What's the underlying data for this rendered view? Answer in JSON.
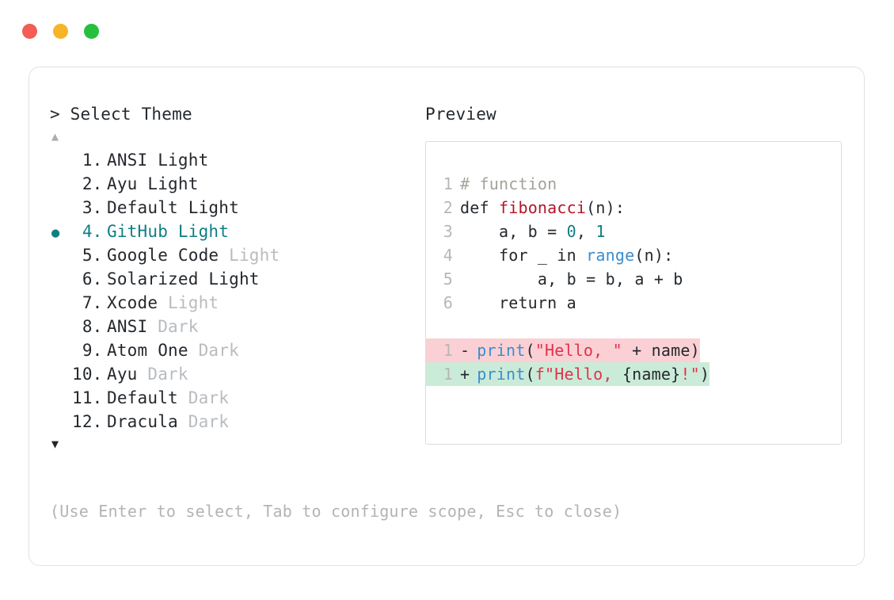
{
  "window": {
    "traffic_lights": [
      {
        "name": "close",
        "color": "#f45c54"
      },
      {
        "name": "minimize",
        "color": "#f6b427"
      },
      {
        "name": "maximize",
        "color": "#27c03e"
      }
    ]
  },
  "selector": {
    "prompt": "> Select Theme",
    "scroll_up_icon": "▲",
    "scroll_down_icon": "▼",
    "selected_index": 4,
    "bullet_glyph": "●",
    "accent_color": "#0f7f83",
    "items": [
      {
        "num": " 1.",
        "name": "ANSI",
        "suffix": " Light",
        "suffix_dim": false,
        "selected": false
      },
      {
        "num": " 2.",
        "name": "Ayu",
        "suffix": " Light",
        "suffix_dim": false,
        "selected": false
      },
      {
        "num": " 3.",
        "name": "Default",
        "suffix": " Light",
        "suffix_dim": false,
        "selected": false
      },
      {
        "num": " 4.",
        "name": "GitHub",
        "suffix": " Light",
        "suffix_dim": false,
        "selected": true
      },
      {
        "num": " 5.",
        "name": "Google Code",
        "suffix": " Light",
        "suffix_dim": true,
        "selected": false
      },
      {
        "num": " 6.",
        "name": "Solarized",
        "suffix": " Light",
        "suffix_dim": false,
        "selected": false
      },
      {
        "num": " 7.",
        "name": "Xcode",
        "suffix": " Light",
        "suffix_dim": true,
        "selected": false
      },
      {
        "num": " 8.",
        "name": "ANSI",
        "suffix": " Dark",
        "suffix_dim": true,
        "selected": false
      },
      {
        "num": " 9.",
        "name": "Atom One",
        "suffix": " Dark",
        "suffix_dim": true,
        "selected": false
      },
      {
        "num": "10.",
        "name": "Ayu",
        "suffix": " Dark",
        "suffix_dim": true,
        "selected": false
      },
      {
        "num": "11.",
        "name": "Default",
        "suffix": " Dark",
        "suffix_dim": true,
        "selected": false
      },
      {
        "num": "12.",
        "name": "Dracula",
        "suffix": " Dark",
        "suffix_dim": true,
        "selected": false
      }
    ],
    "hint": "(Use Enter to select, Tab to configure scope, Esc to close)"
  },
  "preview": {
    "label": "Preview",
    "code_lines": [
      {
        "ln": "1",
        "tokens": [
          {
            "t": "# function",
            "c": "tok-comment"
          }
        ]
      },
      {
        "ln": "2",
        "tokens": [
          {
            "t": "def ",
            "c": "tok-kw"
          },
          {
            "t": "fibonacci",
            "c": "tok-fn"
          },
          {
            "t": "(n):",
            "c": "tok-plain"
          }
        ]
      },
      {
        "ln": "3",
        "tokens": [
          {
            "t": "    a, b = ",
            "c": "tok-plain"
          },
          {
            "t": "0",
            "c": "tok-num"
          },
          {
            "t": ", ",
            "c": "tok-plain"
          },
          {
            "t": "1",
            "c": "tok-num"
          }
        ]
      },
      {
        "ln": "4",
        "tokens": [
          {
            "t": "    for _ in ",
            "c": "tok-plain"
          },
          {
            "t": "range",
            "c": "tok-builtin"
          },
          {
            "t": "(n):",
            "c": "tok-plain"
          }
        ]
      },
      {
        "ln": "5",
        "tokens": [
          {
            "t": "        a, b = b, a + b",
            "c": "tok-plain"
          }
        ]
      },
      {
        "ln": "6",
        "tokens": [
          {
            "t": "    return a",
            "c": "tok-plain"
          }
        ]
      }
    ],
    "diff_lines": [
      {
        "ln": "1",
        "sign": "-",
        "kind": "diff-del",
        "tokens": [
          {
            "t": "print",
            "c": "tok-call"
          },
          {
            "t": "(",
            "c": "tok-plain"
          },
          {
            "t": "\"Hello, \"",
            "c": "tok-str"
          },
          {
            "t": " + name)",
            "c": "tok-plain"
          }
        ]
      },
      {
        "ln": "1",
        "sign": "+",
        "kind": "diff-add",
        "tokens": [
          {
            "t": "print",
            "c": "tok-call"
          },
          {
            "t": "(",
            "c": "tok-plain"
          },
          {
            "t": "f\"Hello, ",
            "c": "tok-str"
          },
          {
            "t": "{name}",
            "c": "tok-plain"
          },
          {
            "t": "!\"",
            "c": "tok-str"
          },
          {
            "t": ")",
            "c": "tok-plain"
          }
        ]
      }
    ]
  }
}
